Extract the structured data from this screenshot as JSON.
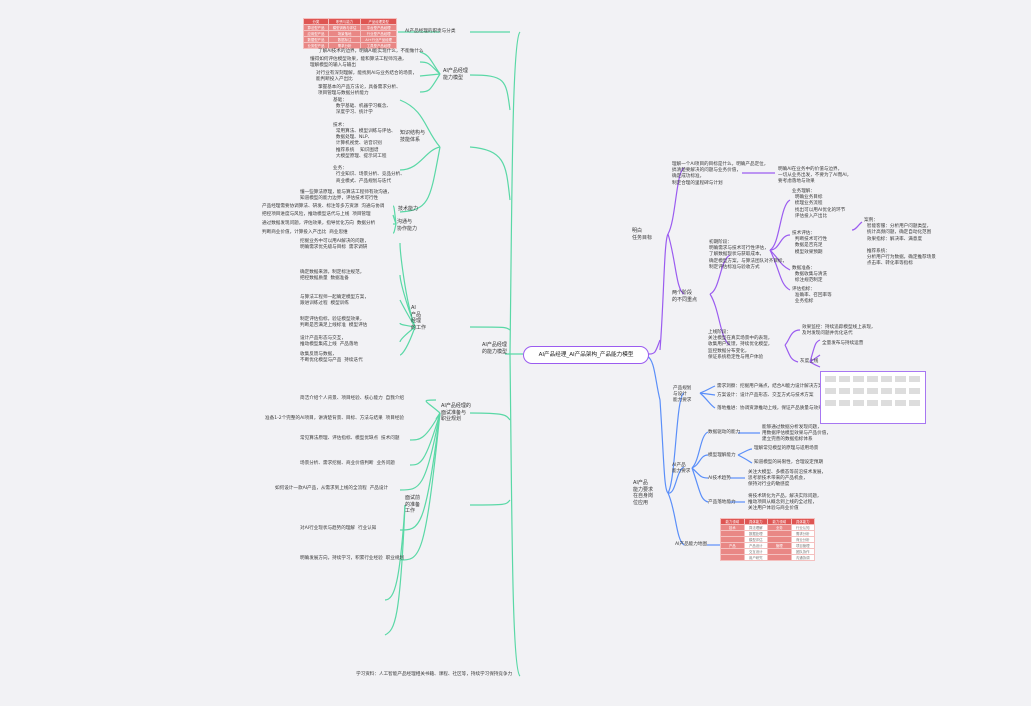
{
  "center": "AI产品经理_AI产品架构_产品能力模型",
  "left_root": "AI产品经理\n的能力模型",
  "left": {
    "table": {
      "headers": [
        "分类",
        "职责与能力",
        "产品经理类型"
      ],
      "rows": [
        [
          "算法型产品",
          "模型训练与评估",
          "平台型产品经理"
        ],
        [
          "应用型产品",
          "场景落地",
          "行业型产品经理"
        ],
        [
          "数据型产品",
          "数据标注",
          "AI+行业产品经理"
        ],
        [
          "业务型产品",
          "需求分析",
          "工具型产品经理"
        ]
      ]
    },
    "table_label": "AI产品经理的职责与分类",
    "model_label": "AI产品经理\n能力模型",
    "model_items": [
      "了解AI技术的边界，明确AI能实现什么，不能做什么",
      "懂得如何评估模型效果，能和算法工程师沟通，\n理解模型的输入与输出",
      "对行业有深刻理解，能找到AI与业务结合的场景，\n能判断投入产出比",
      "掌握基本的产品方法论，具备需求分析、\n项目管理与数据分析能力"
    ],
    "knowledge_label": "知识结构与\n技能体系",
    "knowledge_text": "基础：\n  数学基础、机器学习概念、\n  深度学习、统计学\n\n技术：\n  常用算法、模型训练与评估、\n  数据处理、NLP、\n  计算机视觉、语音识别\n  推荐系统    知识图谱\n  大模型原理、提示词工程\n\n业务：\n  行业知识、场景分析、竞品分析、\n  商业模式、产品规划与迭代",
    "tech_label": "技术能力",
    "tech_text": "懂一些算法原理，能与算法工程师有效沟通，\n知道模型的能力边界，评估技术可行性",
    "skills_label": "沟通与\n协作能力",
    "skills": [
      {
        "k": "沟通与协调",
        "v": "产品经理需要协调算法、研发、标注等多方资源"
      },
      {
        "k": "项目管理",
        "v": "把控项目进度与风险，推动模型迭代与上线"
      },
      {
        "k": "数据分析",
        "v": "通过数据发现问题，评估效果，指导优化方向"
      },
      {
        "k": "商业思维",
        "v": "判断商业价值，计算投入产出比"
      }
    ],
    "work_root": "AI\n产品\n经理\n的工作",
    "work_items": [
      {
        "k": "需求调研",
        "v": "挖掘业务中可以用AI解决的问题，\n明确需求优先级与目标"
      },
      {
        "k": "数据准备",
        "v": "确定数据来源，制定标注规范，\n把控数据质量"
      },
      {
        "k": "模型训练",
        "v": "与算法工程师一起确定模型方案，\n跟进训练过程"
      },
      {
        "k": "模型评估",
        "v": "制定评估指标，验证模型效果，\n判断是否满足上线标准"
      },
      {
        "k": "产品落地",
        "v": "设计产品形态与交互，\n推动模型集成上线"
      },
      {
        "k": "持续迭代",
        "v": "收集反馈与数据，\n不断优化模型与产品"
      }
    ],
    "interview_label": "AI产品经理的\n面试准备与\n职业规划",
    "interview_items": [
      {
        "k": "自我介绍",
        "v": "简洁介绍个人背景、项目经验、核心能力"
      },
      {
        "k": "项目经验",
        "v": "准备1-2个完整的AI项目，讲清楚背景、目标、方法与结果"
      },
      {
        "k": "技术问题",
        "v": "常见算法原理、评估指标、模型优缺点"
      },
      {
        "k": "业务问题",
        "v": "场景分析、需求挖掘、商业价值判断"
      },
      {
        "k": "产品设计",
        "v": "如何设计一款AI产品，从需求到上线的全流程"
      },
      {
        "k": "行业认知",
        "v": "对AI行业现状与趋势的理解"
      },
      {
        "k": "职业规划",
        "v": "明确发展方向，持续学习，积累行业经验"
      }
    ],
    "prep_label": "面试前\n的准备\n工作",
    "bottom": "学习资料：人工智能产品经理相关书籍、课程、社区等，持续学习保持竞争力"
  },
  "right": {
    "goal_label": "明白\n任务目标",
    "goal_text": "理解一个AI项目的目标是什么，明确产品定位，\n搞清楚要解决的问题与业务价值，\n确定成功标准，\n制定合理的里程碑与计划",
    "goal_child": "明确AI在业务中的价值与边界，\n一切从业务出发，不要为了AI而AI，\n要考虑落地与效果",
    "stage_label": "两个阶段\n的不同重点",
    "stage1": "初期阶段：\n明确需求与技术可行性评估，\n了解数据现状与获取成本，\n确定模型方案，与算法团队对齐目标，\n制定评估标准与验收方式",
    "stage1_children": [
      "业务理解：\n  明确业务目标\n  梳理业务流程\n  找出可以用AI优化的环节\n  评估投入产出比",
      "技术评估：\n  判断技术可行性\n  数据是否充足\n  模型效果预期",
      "数据准备：\n  数据收集与清洗\n  标注规范制定",
      "评估指标：\n  准确率、召回率等\n  业务指标"
    ],
    "stage1_detail": "案例：\n  智能客服：分析用户问题类型，\n  统计高频问题，确定自动化范围\n  效果指标：解决率、满意度\n\n  推荐系统：\n  分析用户行为数据，确定推荐场景\n  点击率、转化率等指标",
    "stage2": "上线阶段：\n关注模型在真实场景中的表现，\n收集用户反馈，持续优化模型，\n监控数据分布变化，\n保证系统稳定性与用户体验",
    "stage2_children": [
      "效果监控：持续追踪模型线上表现，\n及时发现问题并优化迭代",
      "灰度上线",
      "全量发布与持续运营"
    ],
    "ability_label": "AI产品\n能力要求\n在自身岗\n位应用",
    "scene_label": "产品规划\n与设计\n能力要求",
    "scene_items": [
      "需求洞察：挖掘用户痛点，结合AI能力设计解决方案",
      "方案设计：设计产品形态、交互方式与技术方案",
      "落地推进：协调资源推动上线，保证产品质量与效果"
    ],
    "ai_ability_label": "AI产品\n能力要求",
    "ai_items": [
      {
        "k": "数据驱动的能力",
        "v": "能够通过数据分析发现问题，\n用数据评估模型效果与产品价值，\n建立完善的数据指标体系"
      },
      {
        "k": "模型理解能力",
        "v": "理解常见模型的原理与适用场景",
        "v2": "知道模型的局限性，合理设定预期"
      },
      {
        "k": "AI技术趋势",
        "v": "关注大模型、多模态等前沿技术发展，\n思考新技术带来的产品机会，\n保持对行业的敏感度"
      },
      {
        "k": "产品落地能力",
        "v": "将技术转化为产品，解决实际问题，\n推动项目从概念到上线的全过程，\n关注用户体验与商业价值"
      }
    ],
    "map_label": "AI产品能力地图",
    "map_table": {
      "headers": [
        "能力领域",
        "具体能力",
        "能力领域",
        "具体能力"
      ],
      "rows": [
        [
          "技术",
          "算法理解",
          "业务",
          "行业认知"
        ],
        [
          "",
          "数据处理",
          "",
          "需求分析"
        ],
        [
          "",
          "模型评估",
          "",
          "商业分析"
        ],
        [
          "产品",
          "产品设计",
          "管理",
          "项目管理"
        ],
        [
          "",
          "交互设计",
          "",
          "团队协作"
        ],
        [
          "",
          "用户研究",
          "",
          "沟通协调"
        ]
      ]
    }
  },
  "colors": {
    "purple": "#9b5cf0",
    "blue": "#5b8ff9",
    "green": "#5ad8a6",
    "red": "#de5552"
  }
}
